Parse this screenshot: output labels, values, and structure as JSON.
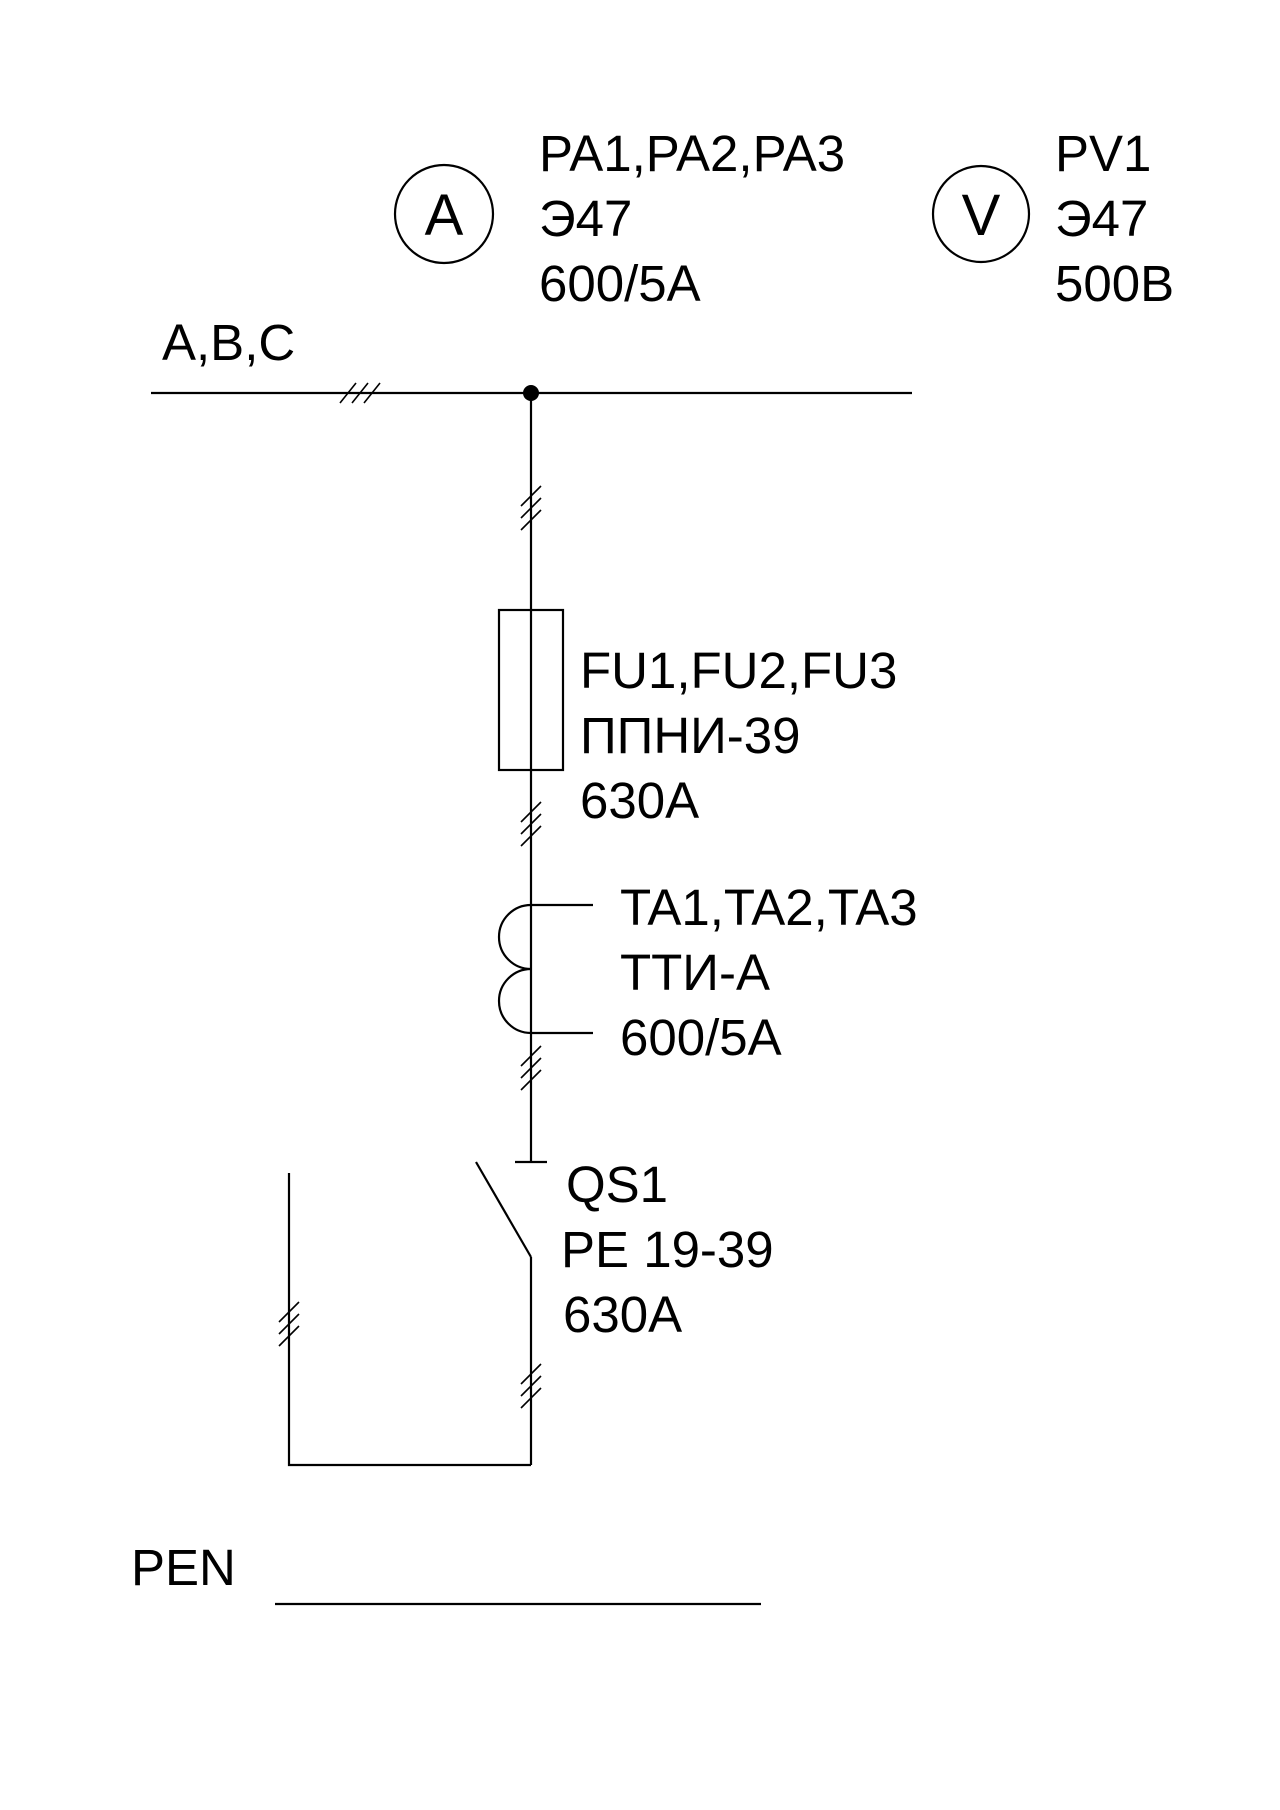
{
  "bus": {
    "label": "A,B,C"
  },
  "ammeter": {
    "symbol": "A",
    "lines": [
      "PA1,PA2,PA3",
      "Э47",
      "600/5A"
    ]
  },
  "voltmeter": {
    "symbol": "V",
    "lines": [
      "PV1",
      "Э47",
      "500В"
    ]
  },
  "fuse": {
    "lines": [
      "FU1,FU2,FU3",
      "ППНИ-39",
      "630A"
    ]
  },
  "current_transformer": {
    "lines": [
      "TA1,TA2,TA3",
      "ТТИ-А",
      "600/5A"
    ]
  },
  "switch": {
    "lines": [
      "QS1",
      "РЕ 19-39",
      "630A"
    ]
  },
  "pen": {
    "label": "PEN"
  }
}
